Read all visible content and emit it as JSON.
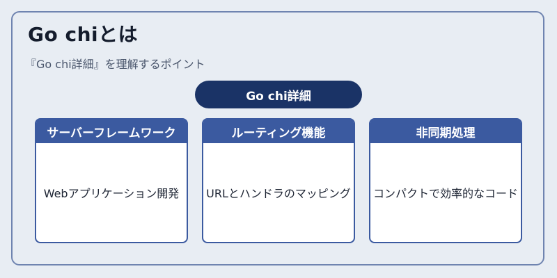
{
  "header": {
    "title": "Go chiとは",
    "subtitle": "『Go chi詳細』を理解するポイント"
  },
  "center": {
    "label": "Go chi詳細"
  },
  "cards": [
    {
      "title": "サーバーフレームワーク",
      "body": "Webアプリケーション開発"
    },
    {
      "title": "ルーティング機能",
      "body": "URLとハンドラのマッピング"
    },
    {
      "title": "非同期処理",
      "body": "コンパクトで効率的なコード"
    }
  ],
  "colors": {
    "background": "#e8edf3",
    "frame_border": "#6f84b0",
    "pill": "#1a3366",
    "card_header": "#3b5aa0"
  }
}
